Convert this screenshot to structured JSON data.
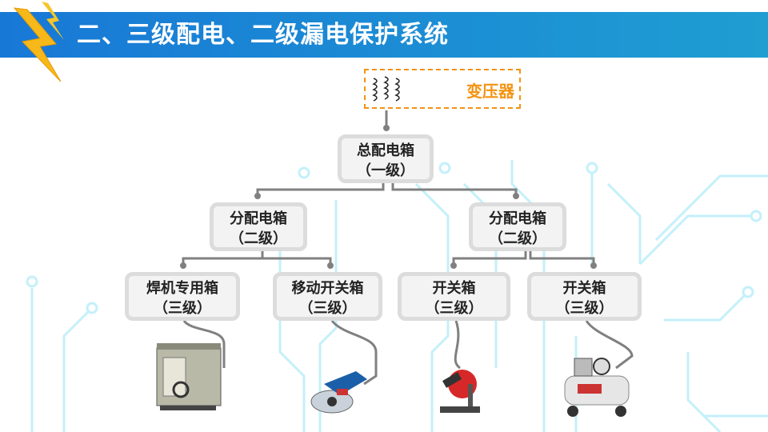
{
  "header": {
    "title": "二、三级配电、二级漏电保护系统",
    "icon": "lightning-bolt-icon"
  },
  "transformer": {
    "label": "变压器",
    "icon": "transformer-coil-icon"
  },
  "level1": {
    "name": "总配电箱",
    "level": "（一级）"
  },
  "level2": [
    {
      "name": "分配电箱",
      "level": "（二级）"
    },
    {
      "name": "分配电箱",
      "level": "（二级）"
    }
  ],
  "level3": [
    {
      "name": "焊机专用箱",
      "level": "（三级）",
      "equipment": "welding-machine"
    },
    {
      "name": "移动开关箱",
      "level": "（三级）",
      "equipment": "cutting-machine"
    },
    {
      "name": "开关箱",
      "level": "（三级）",
      "equipment": "cutoff-saw"
    },
    {
      "name": "开关箱",
      "level": "（三级）",
      "equipment": "air-compressor"
    }
  ],
  "colors": {
    "accent": "#f39312",
    "header": "#1878d6",
    "circuit": "#bfeefa",
    "connector": "#808080"
  }
}
